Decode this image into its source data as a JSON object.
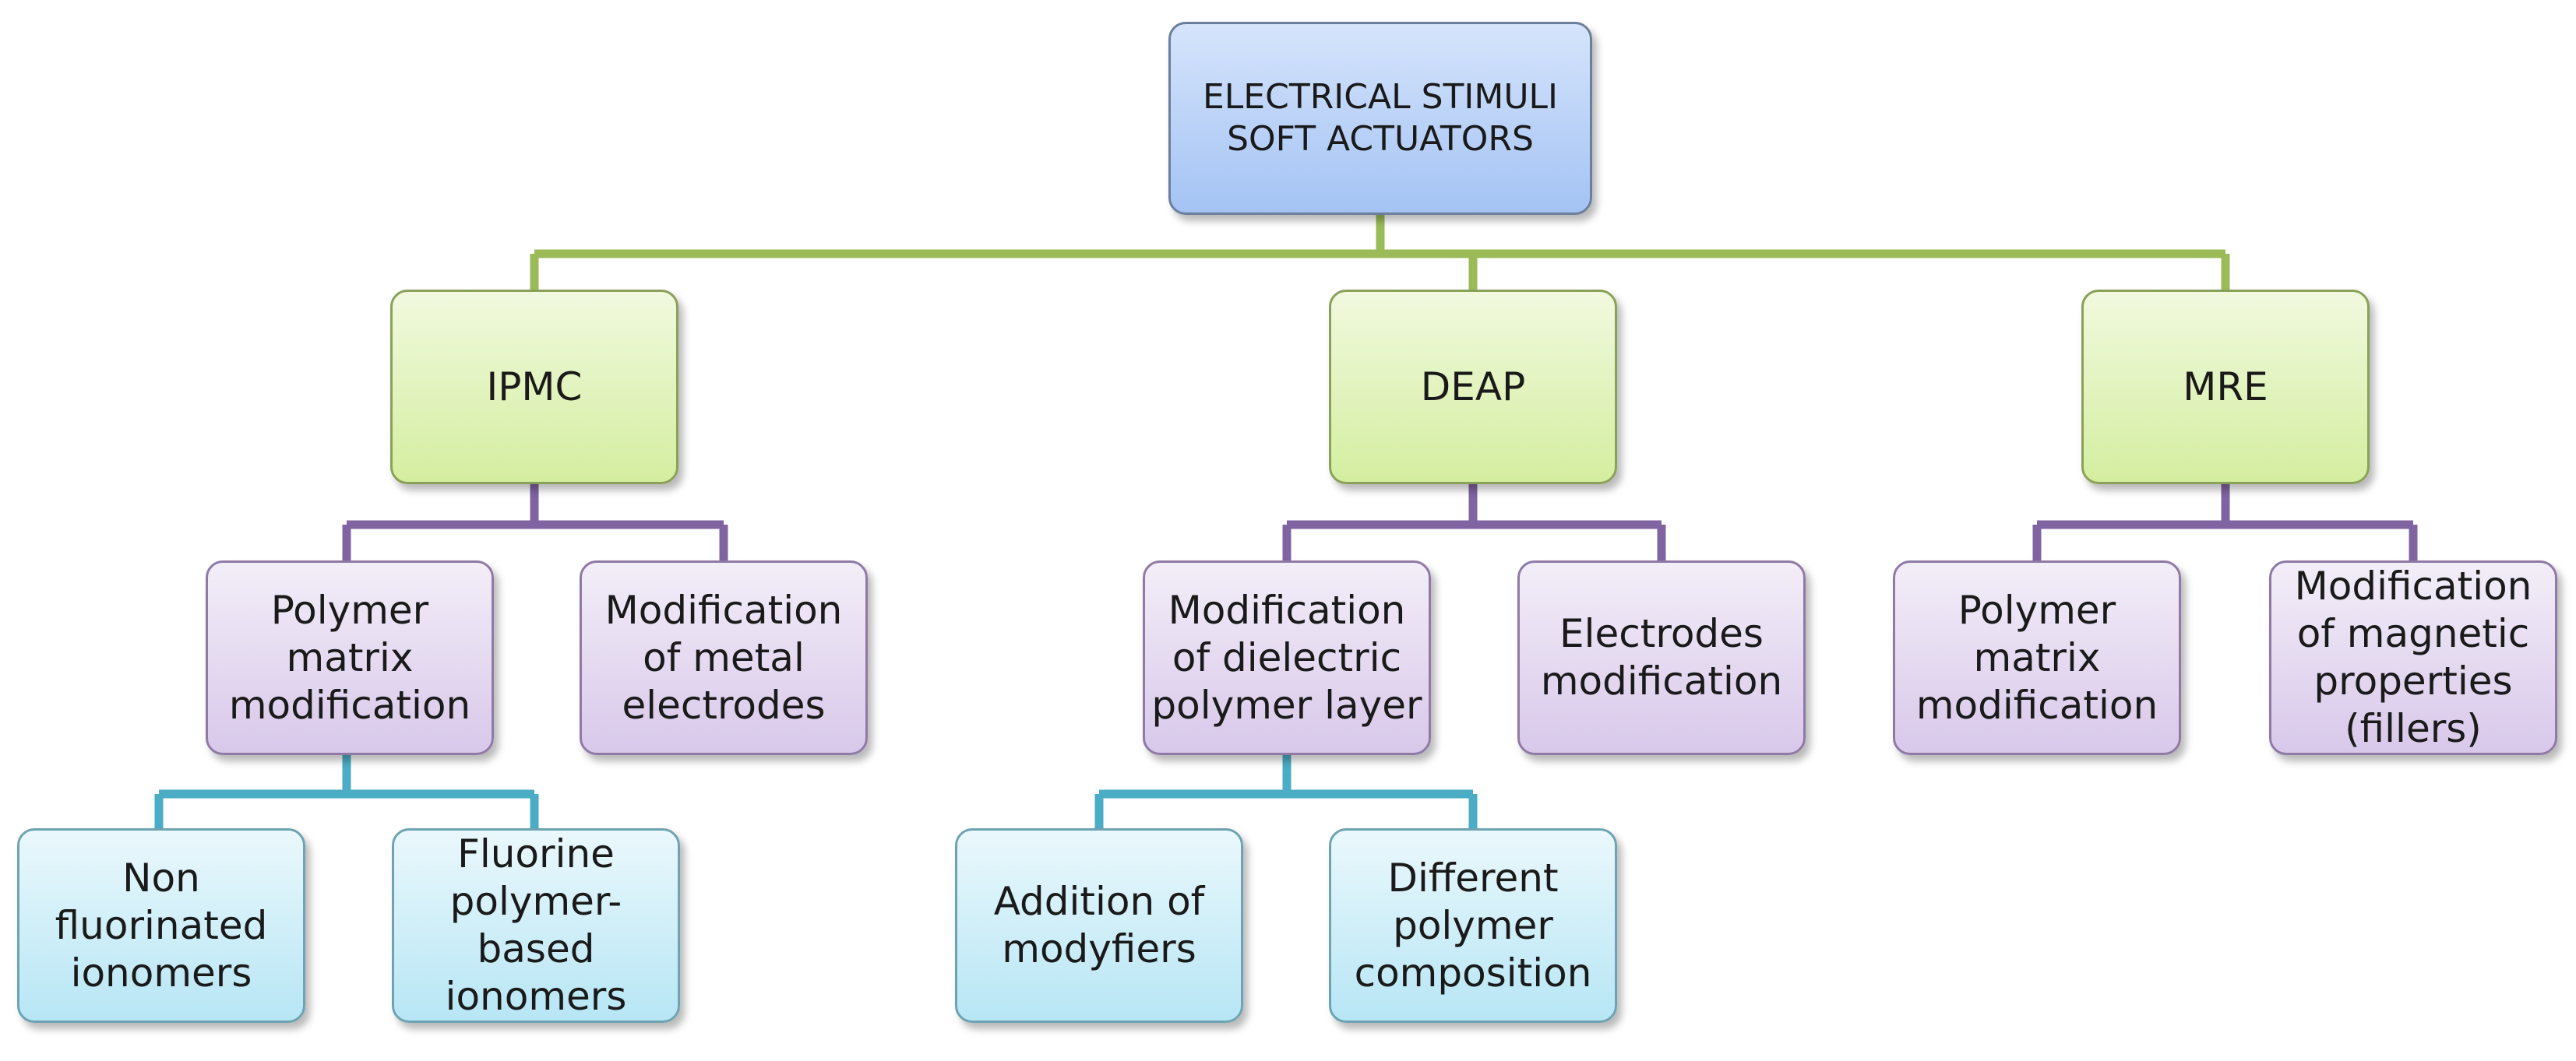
{
  "root": {
    "label": "ELECTRICAL STIMULI\nSOFT ACTUATORS"
  },
  "level1": [
    {
      "label": "IPMC"
    },
    {
      "label": "DEAP"
    },
    {
      "label": "MRE"
    }
  ],
  "ipmc": {
    "children": [
      {
        "label": "Polymer\nmatrix\nmodification"
      },
      {
        "label": "Modification\nof metal\nelectrodes"
      }
    ],
    "grandchildren": [
      {
        "label": "Non\nfluorinated\nionomers"
      },
      {
        "label": "Fluorine\npolymer-\nbased\nionomers"
      }
    ]
  },
  "deap": {
    "children": [
      {
        "label": "Modification\nof dielectric\npolymer layer"
      },
      {
        "label": "Electrodes\nmodification"
      }
    ],
    "grandchildren": [
      {
        "label": "Addition of\nmodyfiers"
      },
      {
        "label": "Different\npolymer\ncomposition"
      }
    ]
  },
  "mre": {
    "children": [
      {
        "label": "Polymer\nmatrix\nmodification"
      },
      {
        "label": "Modification\nof magnetic\nproperties\n(fillers)"
      }
    ]
  },
  "colors": {
    "connector_level1": "#9bbb59",
    "connector_level2": "#8064a2",
    "connector_level3": "#4bacc6"
  }
}
